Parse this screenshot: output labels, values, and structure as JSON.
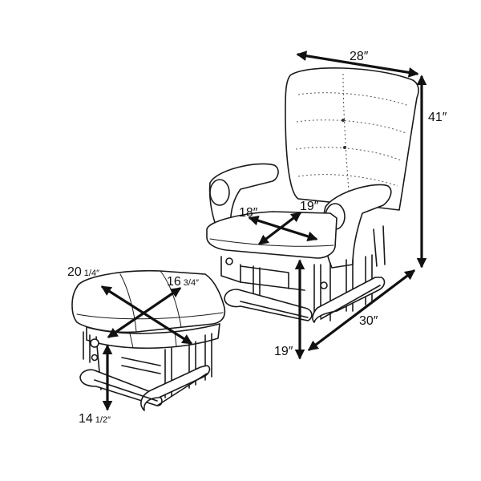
{
  "diagram": {
    "subject": "glider chair and ottoman dimensions",
    "dimensions": {
      "chair_width": "28″",
      "chair_height": "41″",
      "chair_depth": "30″",
      "seat_width": "18″",
      "seat_depth": "19″",
      "seat_height": "19″",
      "ottoman_width_whole": "20",
      "ottoman_width_frac": "1/4″",
      "ottoman_depth_whole": "16",
      "ottoman_depth_frac": "3/4″",
      "ottoman_height_whole": "14",
      "ottoman_height_frac": "1/2″"
    },
    "colors": {
      "line": "#1a1a1a",
      "background": "#ffffff"
    }
  }
}
